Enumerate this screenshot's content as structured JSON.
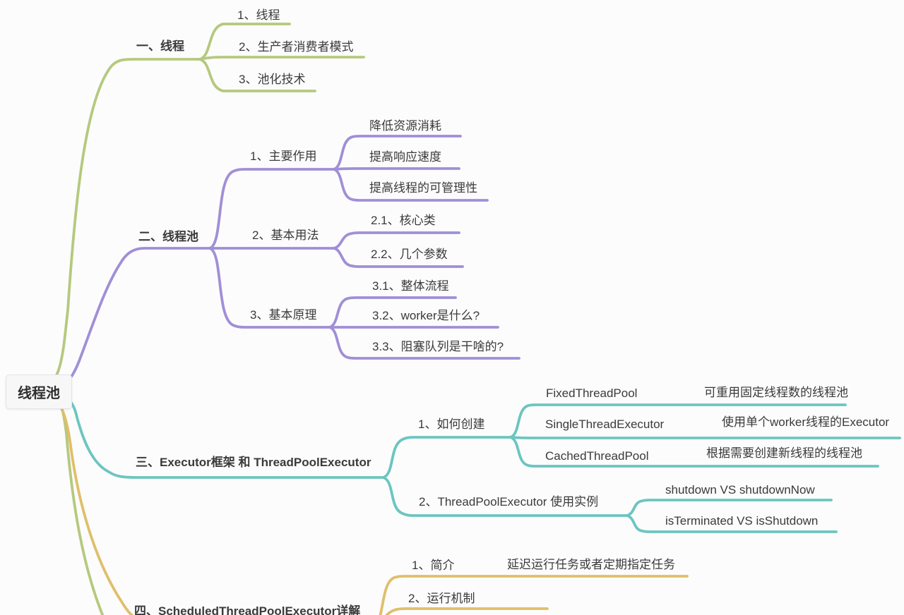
{
  "root": {
    "label": "线程池"
  },
  "colors": {
    "branch1_green": "#b5c97e",
    "branch2_purple": "#a18fd6",
    "branch3_teal": "#6cc5c0",
    "branch4_gold": "#dfbf6a",
    "text": "#3a3a3a"
  },
  "branches": [
    {
      "label": "一、线程",
      "children": [
        {
          "label": "1、线程"
        },
        {
          "label": "2、生产者消费者模式"
        },
        {
          "label": "3、池化技术"
        }
      ]
    },
    {
      "label": "二、线程池",
      "children": [
        {
          "label": "1、主要作用",
          "children": [
            {
              "label": "降低资源消耗"
            },
            {
              "label": "提高响应速度"
            },
            {
              "label": "提高线程的可管理性"
            }
          ]
        },
        {
          "label": "2、基本用法",
          "children": [
            {
              "label": "2.1、核心类"
            },
            {
              "label": "2.2、几个参数"
            }
          ]
        },
        {
          "label": "3、基本原理",
          "children": [
            {
              "label": "3.1、整体流程"
            },
            {
              "label": "3.2、worker是什么?"
            },
            {
              "label": "3.3、阻塞队列是干啥的?"
            }
          ]
        }
      ]
    },
    {
      "label": "三、Executor框架 和 ThreadPoolExecutor",
      "children": [
        {
          "label": "1、如何创建",
          "children": [
            {
              "label": "FixedThreadPool",
              "children": [
                {
                  "label": "可重用固定线程数的线程池"
                }
              ]
            },
            {
              "label": "SingleThreadExecutor",
              "children": [
                {
                  "label": "使用单个worker线程的Executor"
                }
              ]
            },
            {
              "label": "CachedThreadPool",
              "children": [
                {
                  "label": "根据需要创建新线程的线程池"
                }
              ]
            }
          ]
        },
        {
          "label": "2、ThreadPoolExecutor 使用实例",
          "children": [
            {
              "label": "shutdown VS shutdownNow"
            },
            {
              "label": "isTerminated VS isShutdown"
            }
          ]
        }
      ]
    },
    {
      "label": "四、ScheduledThreadPoolExecutor详解",
      "children": [
        {
          "label": "1、简介",
          "children": [
            {
              "label": "延迟运行任务或者定期指定任务"
            }
          ]
        },
        {
          "label": "2、运行机制"
        }
      ]
    }
  ]
}
